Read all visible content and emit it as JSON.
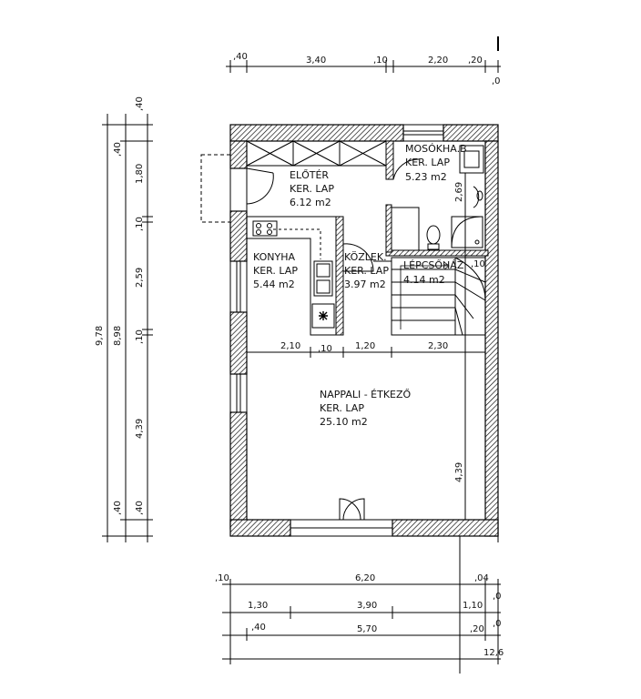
{
  "rooms": [
    {
      "id": "eloter",
      "name": "ELŐTÉR",
      "floor": "KER. LAP",
      "area": "6.12 m2"
    },
    {
      "id": "mosokha",
      "name": "MOSÓKHA.B",
      "floor": "KER. LAP",
      "area": "5.23 m2"
    },
    {
      "id": "konyha",
      "name": "KONYHA",
      "floor": "KER. LAP",
      "area": "5.44 m2"
    },
    {
      "id": "kozlek",
      "name": "KÖZLEK.",
      "floor": "KER. LAP",
      "area": "3.97 m2"
    },
    {
      "id": "lepcsohaz",
      "name": "LÉPCSŐHÁZ",
      "area": "4.14 m2"
    },
    {
      "id": "nappali",
      "name": "NAPPALI - ÉTKEZŐ",
      "floor": "KER. LAP",
      "area": "25.10 m2"
    }
  ],
  "dimensions": {
    "top_chain": [
      ",40",
      "3,40",
      ",10",
      "2,20",
      ",20"
    ],
    "top_right_mark": ",0",
    "left_total_1": "9,78",
    "left_total_2": "8,98",
    "left_chain": [
      ",40",
      ",40",
      "1,80",
      ",10",
      "2,59",
      ",10",
      "4,39",
      ",40",
      ",40"
    ],
    "interior_h": [
      "2,10",
      ",10",
      "1,20",
      "2,30"
    ],
    "interior_v": [
      "2,69",
      ",10",
      "4,39"
    ],
    "bottom_row1": [
      ",10",
      "6,20",
      ",04"
    ],
    "bottom_row2": [
      "1,30",
      "3,90",
      "1,10"
    ],
    "bottom_row3": [
      ",40",
      "5,70",
      ",20"
    ],
    "bottom_row4": "12,6",
    "right_marks": [
      ",0",
      ",0"
    ]
  }
}
